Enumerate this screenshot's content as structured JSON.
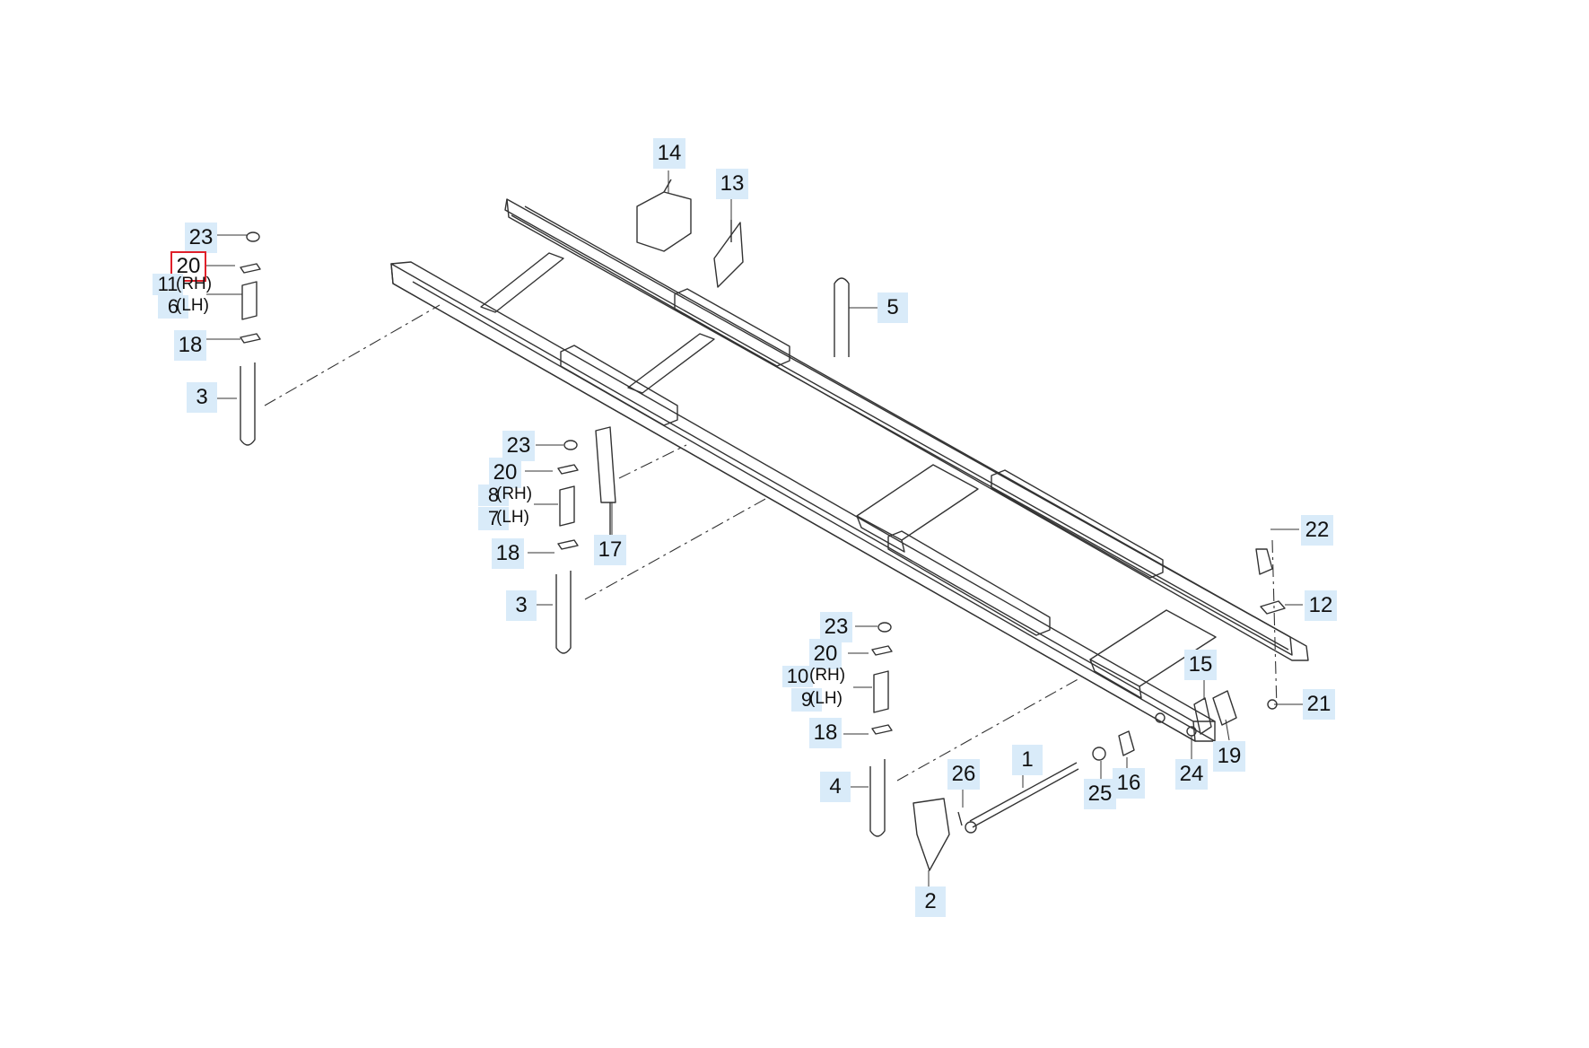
{
  "callouts": [
    {
      "id": "c14",
      "text": "14"
    },
    {
      "id": "c13",
      "text": "13"
    },
    {
      "id": "c5",
      "text": "5"
    },
    {
      "id": "c23a",
      "text": "23"
    },
    {
      "id": "c20a",
      "text": "20"
    },
    {
      "id": "c11",
      "text": "11"
    },
    {
      "id": "c6",
      "text": "6"
    },
    {
      "id": "c18a",
      "text": "18"
    },
    {
      "id": "c3a",
      "text": "3"
    },
    {
      "id": "c23b",
      "text": "23"
    },
    {
      "id": "c20b",
      "text": "20"
    },
    {
      "id": "c8",
      "text": "8"
    },
    {
      "id": "c7",
      "text": "7"
    },
    {
      "id": "c18b",
      "text": "18"
    },
    {
      "id": "c17",
      "text": "17"
    },
    {
      "id": "c3b",
      "text": "3"
    },
    {
      "id": "c22",
      "text": "22"
    },
    {
      "id": "c12",
      "text": "12"
    },
    {
      "id": "c21",
      "text": "21"
    },
    {
      "id": "c23c",
      "text": "23"
    },
    {
      "id": "c20c",
      "text": "20"
    },
    {
      "id": "c10",
      "text": "10"
    },
    {
      "id": "c9",
      "text": "9"
    },
    {
      "id": "c18c",
      "text": "18"
    },
    {
      "id": "c4",
      "text": "4"
    },
    {
      "id": "c15",
      "text": "15"
    },
    {
      "id": "c19",
      "text": "19"
    },
    {
      "id": "c24",
      "text": "24"
    },
    {
      "id": "c1",
      "text": "1"
    },
    {
      "id": "c26",
      "text": "26"
    },
    {
      "id": "c25",
      "text": "25"
    },
    {
      "id": "c16",
      "text": "16"
    },
    {
      "id": "c2",
      "text": "2"
    }
  ],
  "side_labels": {
    "rh_11": "(RH)",
    "lh_6": "(LH)",
    "rh_8": "(RH)",
    "lh_7": "(LH)",
    "rh_10": "(RH)",
    "lh_9": "(LH)"
  },
  "selected_callout": "c20a",
  "colors": {
    "callout_bg": "#d9ebf9",
    "selected_border": "#e0202a",
    "line": "#333333"
  }
}
